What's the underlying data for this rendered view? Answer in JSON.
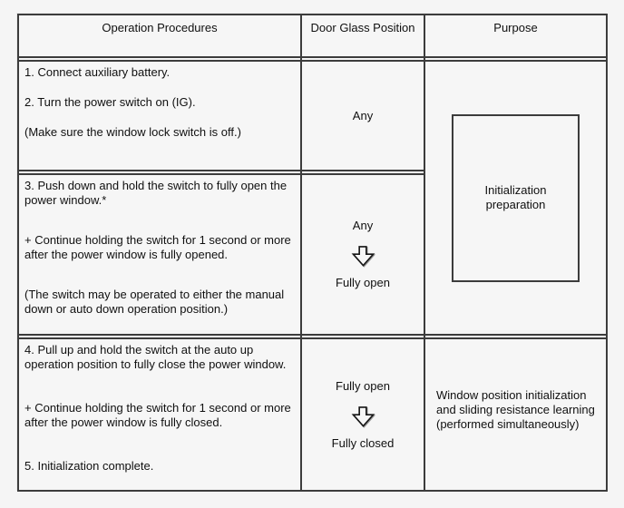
{
  "colors": {
    "background": "#f5f5f5",
    "grid_line": "#3c3c3c",
    "text": "#101010"
  },
  "icons": {
    "transition_arrow": "down-arrow"
  },
  "table": {
    "headers": {
      "operation_procedures": "Operation Procedures",
      "door_glass_position": "Door Glass Position",
      "purpose": "Purpose"
    },
    "rows": [
      {
        "steps": [
          "1. Connect auxiliary battery.",
          "2. Turn the power switch on (IG).",
          "(Make sure the window lock switch is off.)"
        ],
        "position": {
          "value": "Any"
        }
      },
      {
        "steps": [
          "3. Push down and hold the switch to fully open the power window.*",
          "+ Continue holding the switch for 1 second or more after the power window is fully opened.",
          "(The switch may be operated to either the manual down or auto down operation position.)"
        ],
        "position": {
          "from": "Any",
          "to": "Fully open"
        }
      },
      {
        "steps": [
          "4. Pull up and hold the switch at the auto up operation position to fully close the power window.",
          "+ Continue holding the switch for 1 second or more after the power window is fully closed.",
          "5. Initialization complete."
        ],
        "position": {
          "from": "Fully open",
          "to": "Fully closed"
        }
      }
    ],
    "purposes": {
      "rows_1_2": "Initialization preparation",
      "row_3": "Window position initialization and sliding resistance learning (performed simultaneously)"
    }
  }
}
